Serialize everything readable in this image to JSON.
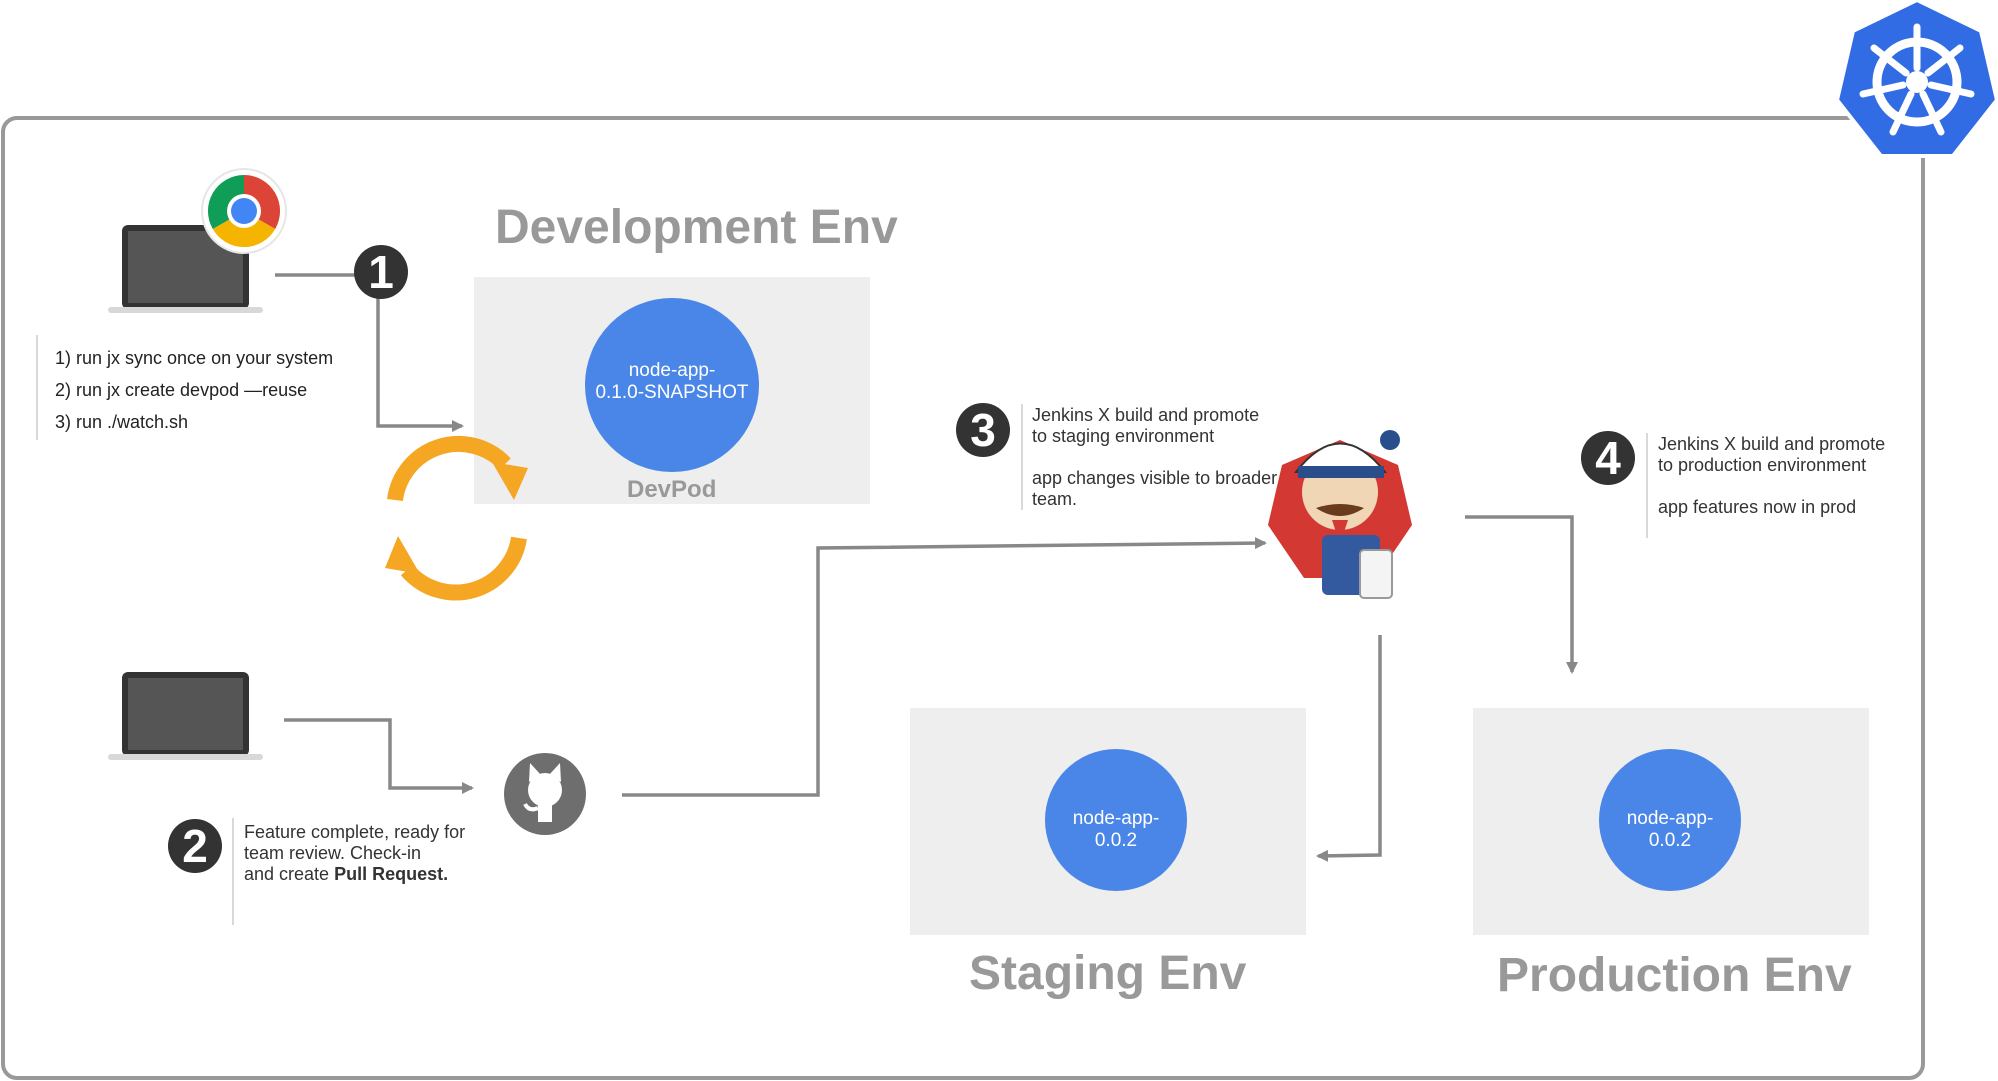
{
  "environments": {
    "development": {
      "title": "Development Env",
      "pod_label": "DevPod",
      "app_lines": [
        "node-app-",
        "0.1.0-SNAPSHOT"
      ]
    },
    "staging": {
      "title": "Staging Env",
      "app_lines": [
        "node-app-",
        "0.0.2"
      ]
    },
    "production": {
      "title": "Production Env",
      "app_lines": [
        "node-app-",
        "0.0.2"
      ]
    }
  },
  "steps": [
    {
      "number": "1",
      "lines": [
        "1) run jx sync once on your system",
        "2) run jx create devpod —reuse",
        "3) run ./watch.sh"
      ]
    },
    {
      "number": "2",
      "lines": [
        "Feature complete, ready for",
        "team review.  Check-in",
        "and create "
      ],
      "bold": "Pull Request."
    },
    {
      "number": "3",
      "lines": [
        "Jenkins X build and promote",
        "to staging environment",
        "",
        "app changes visible to broader",
        "team."
      ]
    },
    {
      "number": "4",
      "lines": [
        "Jenkins X build and promote",
        "to production environment",
        "",
        "app features now in prod"
      ]
    }
  ],
  "icons": [
    "kubernetes-logo-icon",
    "chrome-icon",
    "laptop-icon",
    "github-icon",
    "jenkins-icon",
    "sync-icon"
  ],
  "colors": {
    "pod_blue": "#4A86E8",
    "env_box": "#EEEEEE",
    "k8s_blue": "#326CE5",
    "sync_orange": "#F5A623",
    "step_dark": "#333333"
  }
}
